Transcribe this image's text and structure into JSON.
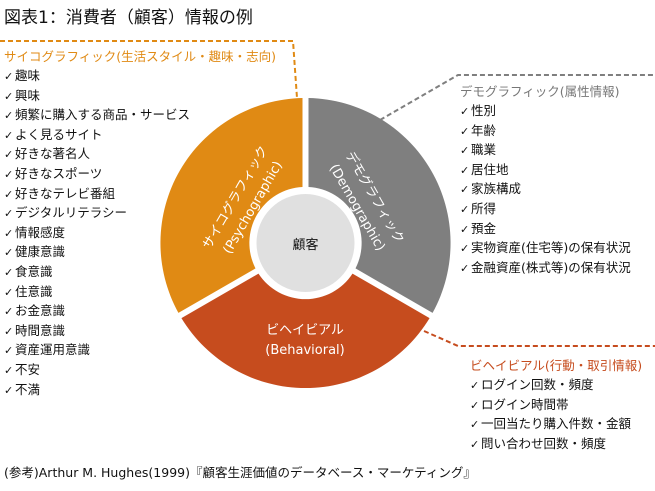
{
  "title": "図表1：消費者（顧客）情報の例",
  "center": {
    "label": "顧客"
  },
  "colors": {
    "psychographic": "#E08A14",
    "demographic": "#7F7F7F",
    "behavioral": "#C64C1E",
    "center": "#E0E0E0",
    "text_white": "#FFFFFF"
  },
  "check_glyph": "✓",
  "segments": {
    "psychographic": {
      "label_jp": "サイコグラフィック",
      "label_en": "(Psychographic)"
    },
    "demographic": {
      "label_jp": "デモグラフィック",
      "label_en": "(Demographic)"
    },
    "behavioral": {
      "label_jp": "ビヘイビアル",
      "label_en": "(Behavioral)"
    }
  },
  "psychographic_panel": {
    "heading": "サイコグラフィック(生活スタイル・趣味・志向)",
    "items": [
      "趣味",
      "興味",
      "頻繁に購入する商品・サービス",
      "よく見るサイト",
      "好きな著名人",
      "好きなスポーツ",
      "好きなテレビ番組",
      "デジタルリテラシー",
      "情報感度",
      "健康意識",
      "食意識",
      "住意識",
      "お金意識",
      "時間意識",
      "資産運用意識",
      "不安",
      "不満"
    ]
  },
  "demographic_panel": {
    "heading": "デモグラフィック(属性情報)",
    "items": [
      "性別",
      "年齢",
      "職業",
      "居住地",
      "家族構成",
      "所得",
      "預金",
      "実物資産(住宅等)の保有状況",
      "金融資産(株式等)の保有状況"
    ]
  },
  "behavioral_panel": {
    "heading": "ビヘイビアル(行動・取引情報)",
    "items": [
      "ログイン回数・頻度",
      "ログイン時間帯",
      "一回当たり購入件数・金額",
      "問い合わせ回数・頻度"
    ]
  },
  "reference": "(参考)Arthur M. Hughes(1999)『顧客生涯価値のデータベース・マーケティング』"
}
